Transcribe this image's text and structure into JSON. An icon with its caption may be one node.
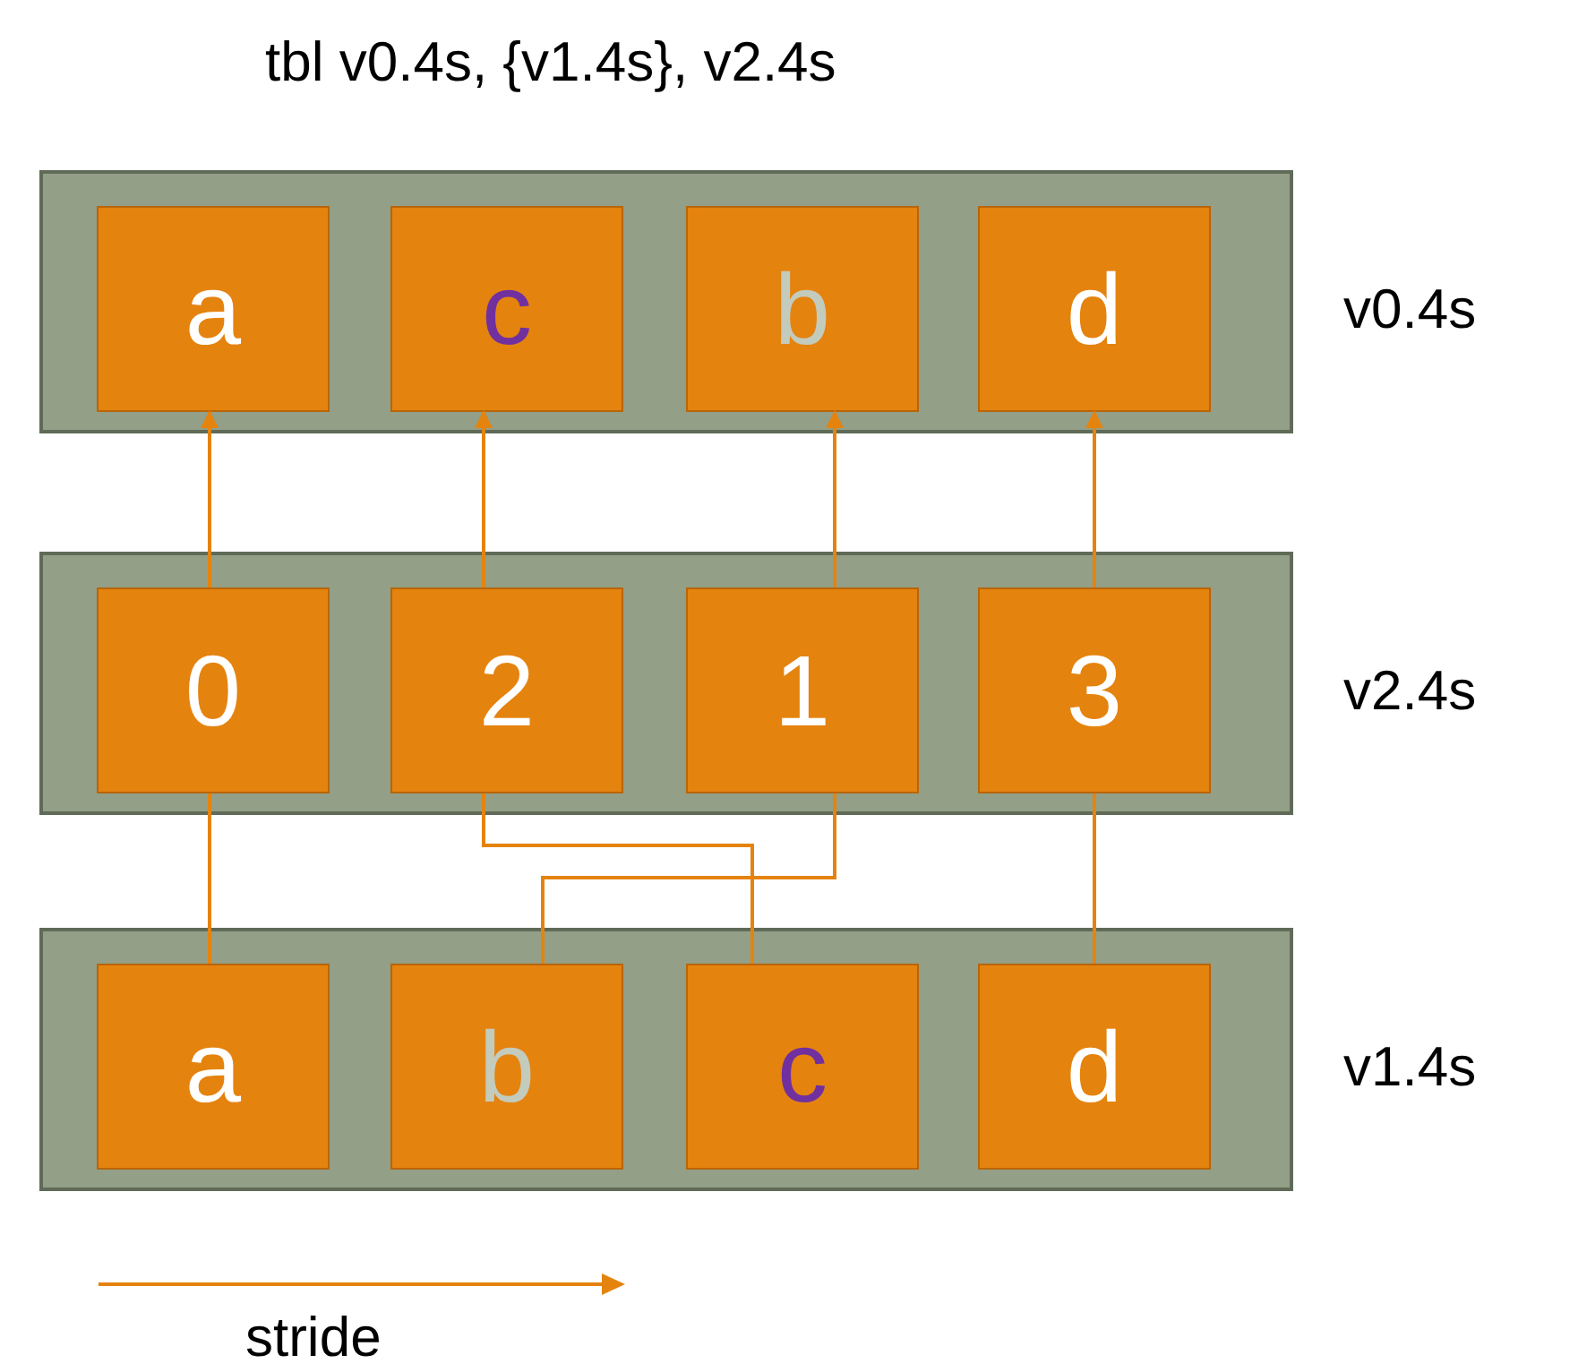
{
  "diagram": {
    "title": "tbl v0.4s, {v1.4s}, v2.4s",
    "nodes": [
      {
        "text": [],
        "shape": "box",
        "beside": [
          "v0.4s"
        ]
      },
      {
        "text": [
          "a"
        ],
        "in": 0
      },
      {
        "text": [
          "c"
        ],
        "in": 0
      },
      {
        "text": [
          "b"
        ],
        "in": 0
      },
      {
        "text": [
          "d"
        ],
        "in": 0
      },
      {
        "text": [],
        "shape": "box",
        "beside": [
          "v2.4s"
        ]
      },
      {
        "text": [
          "0"
        ],
        "in": 5
      },
      {
        "text": [
          "2"
        ],
        "in": 5
      },
      {
        "text": [
          "1"
        ],
        "in": 5
      },
      {
        "text": [
          "3"
        ],
        "in": 5
      },
      {
        "text": [],
        "shape": "box",
        "beside": [
          "v1.4s"
        ]
      },
      {
        "text": [
          "a"
        ],
        "in": 10
      },
      {
        "text": [
          "b"
        ],
        "in": 10
      },
      {
        "text": [
          "c"
        ],
        "in": 10
      },
      {
        "text": [
          "d"
        ],
        "in": 10
      }
    ],
    "edges": [
      {
        "from": 6,
        "to": 1,
        "arrow": "to"
      },
      {
        "from": 7,
        "to": 2,
        "arrow": "to"
      },
      {
        "from": 8,
        "to": 3,
        "arrow": "to"
      },
      {
        "from": 9,
        "to": 4,
        "arrow": "to"
      },
      {
        "from": 11,
        "to": 6,
        "arrow": "none"
      },
      {
        "from": 12,
        "to": 8,
        "arrow": "none"
      },
      {
        "from": 13,
        "to": 7,
        "arrow": "none"
      },
      {
        "from": 14,
        "to": 9,
        "arrow": "none"
      }
    ],
    "labels": [
      "stride"
    ]
  }
}
